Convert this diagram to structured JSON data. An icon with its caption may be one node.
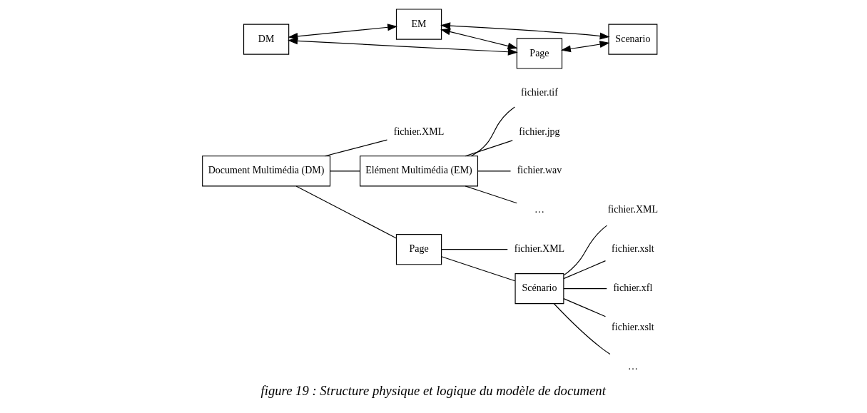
{
  "diagram": {
    "caption": "figure 19 : Structure physique et logique du modèle de document",
    "nodes": [
      {
        "text": [
          "Document Multimédia (DM)"
        ]
      },
      {
        "text": [
          "fichier.XML"
        ]
      },
      {
        "text": [
          "Elément Multimédia (EM)"
        ]
      },
      {
        "text": [
          "fichier.tif"
        ]
      },
      {
        "text": [
          "fichier.jpg"
        ]
      },
      {
        "text": [
          "fichier.wav"
        ]
      },
      {
        "text": [
          "…"
        ]
      },
      {
        "text": [
          "Page"
        ]
      },
      {
        "text": [
          "fichier.XML"
        ]
      },
      {
        "text": [
          "Scénario"
        ]
      },
      {
        "text": [
          "fichier.XML"
        ]
      },
      {
        "text": [
          "fichier.xslt"
        ]
      },
      {
        "text": [
          "fichier.xfl"
        ]
      },
      {
        "text": [
          "fichier.xslt"
        ]
      },
      {
        "text": [
          "…"
        ]
      },
      {
        "text": [
          "EM"
        ]
      },
      {
        "text": [
          "DM"
        ]
      },
      {
        "text": [
          "Scenario"
        ]
      },
      {
        "text": [
          "Page"
        ]
      }
    ],
    "edges": [
      {
        "from": 0,
        "to": 1,
        "arrow": "none"
      },
      {
        "from": 0,
        "to": 2,
        "arrow": "none"
      },
      {
        "from": 0,
        "to": 7,
        "arrow": "none"
      },
      {
        "from": 2,
        "to": 3,
        "arrow": "none"
      },
      {
        "from": 2,
        "to": 4,
        "arrow": "none"
      },
      {
        "from": 2,
        "to": 5,
        "arrow": "none"
      },
      {
        "from": 2,
        "to": 6,
        "arrow": "none"
      },
      {
        "from": 7,
        "to": 8,
        "arrow": "none"
      },
      {
        "from": 7,
        "to": 9,
        "arrow": "none"
      },
      {
        "from": 9,
        "to": 10,
        "arrow": "none"
      },
      {
        "from": 9,
        "to": 11,
        "arrow": "none"
      },
      {
        "from": 9,
        "to": 12,
        "arrow": "none"
      },
      {
        "from": 9,
        "to": 13,
        "arrow": "none"
      },
      {
        "from": 9,
        "to": 14,
        "arrow": "none"
      },
      {
        "from": 16,
        "to": 15,
        "arrow": "both"
      },
      {
        "from": 15,
        "to": 17,
        "arrow": "both"
      },
      {
        "from": 15,
        "to": 18,
        "arrow": "both"
      },
      {
        "from": 16,
        "to": 18,
        "arrow": "both"
      },
      {
        "from": 18,
        "to": 17,
        "arrow": "both"
      }
    ]
  }
}
